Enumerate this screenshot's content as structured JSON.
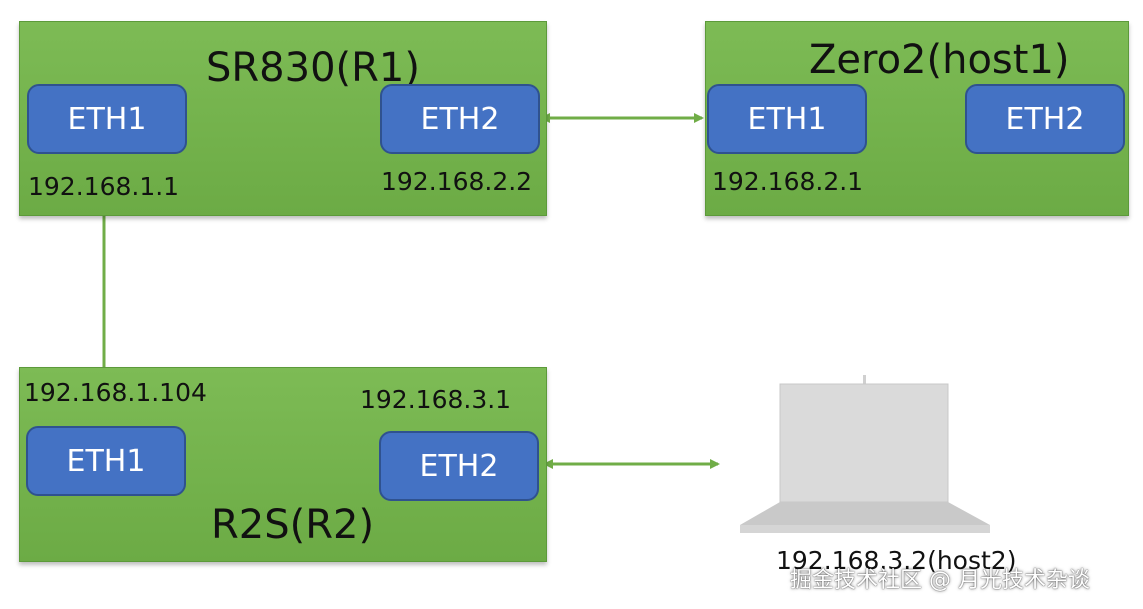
{
  "colors": {
    "device_fill": "#70AD47",
    "port_fill": "#4472C4",
    "link": "#70AD47",
    "laptop": "#D9D9D9"
  },
  "r1": {
    "title": "SR830(R1)",
    "eth1": {
      "label": "ETH1",
      "ip": "192.168.1.1"
    },
    "eth2": {
      "label": "ETH2",
      "ip": "192.168.2.2"
    }
  },
  "host1": {
    "title": "Zero2(host1)",
    "eth1": {
      "label": "ETH1",
      "ip": "192.168.2.1"
    },
    "eth2": {
      "label": "ETH2"
    }
  },
  "r2": {
    "title": "R2S(R2)",
    "eth1": {
      "label": "ETH1",
      "ip": "192.168.1.104"
    },
    "eth2": {
      "label": "ETH2",
      "ip": "192.168.3.1"
    }
  },
  "host2": {
    "icon": "laptop-icon",
    "ip_label": "192.168.3.2(host2)"
  },
  "watermark": "掘金技术社区 @ 月光技术杂谈"
}
